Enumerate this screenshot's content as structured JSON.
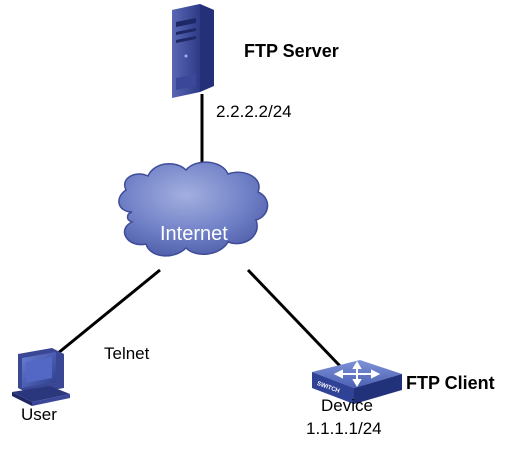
{
  "nodes": {
    "ftp_server": {
      "icon": "server-tower-icon",
      "label": "FTP Server",
      "ip": "2.2.2.2/24"
    },
    "internet": {
      "icon": "cloud-icon",
      "label": "Internet"
    },
    "user": {
      "icon": "desktop-pc-icon",
      "label": "User"
    },
    "device": {
      "icon": "switch-icon",
      "switch_badge": "SWITCH",
      "role": "FTP Client",
      "label": "Device",
      "ip": "1.1.1.1/24"
    }
  },
  "links": {
    "user_internet": "Telnet"
  },
  "colors": {
    "line": "#000000",
    "cloud_fill": "#6a7bc2",
    "cloud_fill_light": "#8c9ad6",
    "server_body": "#3a4794",
    "switch_body": "#3c53a8",
    "text": "#000000"
  }
}
